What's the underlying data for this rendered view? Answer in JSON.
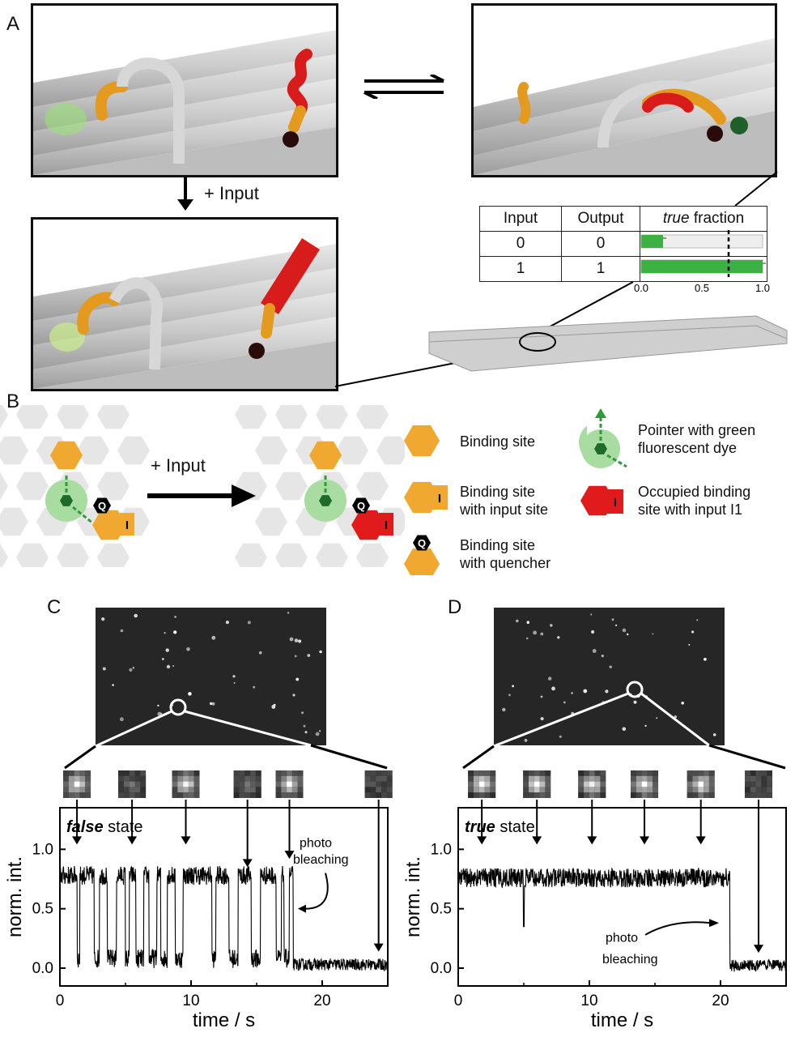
{
  "panels": {
    "a": "A",
    "b": "B",
    "c": "C",
    "d": "D"
  },
  "panelA": {
    "arrow_label": "+ Input",
    "table": {
      "headers": [
        "Input",
        "Output",
        "true",
        " fraction"
      ],
      "rows": [
        {
          "input": "0",
          "output": "0",
          "fraction": 0.18
        },
        {
          "input": "1",
          "output": "1",
          "fraction": 1.0
        }
      ],
      "ticks": [
        "0.0",
        "0.5",
        "1.0"
      ],
      "threshold": 0.72
    }
  },
  "panelB": {
    "arrow_label": "+ Input",
    "legend": [
      {
        "icon": "binding-site",
        "text1": "Binding site",
        "text2": ""
      },
      {
        "icon": "pointer",
        "text1": "Pointer with green",
        "text2": "fluorescent dye"
      },
      {
        "icon": "input-site",
        "text1": "Binding site",
        "text2": "with input site"
      },
      {
        "icon": "occupied",
        "text1": "Occupied binding",
        "text2": "site with input I1"
      },
      {
        "icon": "quencher",
        "text1": "Binding site",
        "text2": "with quencher"
      }
    ],
    "q_label": "Q",
    "i_label": "I"
  },
  "colors": {
    "orange": "#f0a830",
    "red": "#e11b1b",
    "green": "#3aa63a",
    "lightgreen": "#a8dca0",
    "hex_gray": "#e6e6e6",
    "bar_green": "#3cb043"
  },
  "chart_data": [
    {
      "type": "line",
      "panel": "C",
      "state_bold": "false",
      "state_rest": " state",
      "annotation": [
        "photo",
        "bleaching"
      ],
      "xlabel": "time / s",
      "ylabel": "norm. int.",
      "xlim": [
        0,
        25
      ],
      "ylim": [
        -0.15,
        1.35
      ],
      "xticks": [
        "0",
        "10",
        "20"
      ],
      "yticks": [
        "0.0",
        "0.5",
        "1.0"
      ],
      "high": 0.78,
      "low": 0.03,
      "bleach_time": 17.8,
      "switches": [
        [
          0,
          1.3,
          1
        ],
        [
          1.3,
          1.5,
          0
        ],
        [
          1.5,
          2.6,
          1
        ],
        [
          2.6,
          3.0,
          0
        ],
        [
          3.0,
          3.6,
          1
        ],
        [
          3.6,
          4.3,
          0
        ],
        [
          4.3,
          5.0,
          1
        ],
        [
          5.0,
          5.3,
          0
        ],
        [
          5.3,
          5.8,
          1
        ],
        [
          5.8,
          6.4,
          0
        ],
        [
          6.4,
          6.8,
          1
        ],
        [
          6.8,
          7.4,
          0
        ],
        [
          7.4,
          7.7,
          1
        ],
        [
          7.7,
          8.2,
          0
        ],
        [
          8.2,
          8.8,
          1
        ],
        [
          8.8,
          9.4,
          0
        ],
        [
          9.4,
          11.6,
          1
        ],
        [
          11.6,
          11.9,
          0
        ],
        [
          11.9,
          12.9,
          1
        ],
        [
          12.9,
          13.6,
          0
        ],
        [
          13.6,
          14.6,
          1
        ],
        [
          14.6,
          15.3,
          0
        ],
        [
          15.3,
          16.5,
          1
        ],
        [
          16.5,
          16.9,
          0
        ],
        [
          16.9,
          17.1,
          1
        ],
        [
          17.1,
          17.5,
          0
        ],
        [
          17.5,
          17.8,
          1
        ]
      ],
      "arrow_times": [
        1.3,
        5.5,
        9.6,
        14.3,
        17.5,
        24.3
      ]
    },
    {
      "type": "line",
      "panel": "D",
      "state_bold": "true",
      "state_rest": " state",
      "annotation": [
        "photo",
        "bleaching"
      ],
      "xlabel": "time / s",
      "ylabel": "norm. int.",
      "xlim": [
        0,
        25
      ],
      "ylim": [
        -0.15,
        1.35
      ],
      "xticks": [
        "0",
        "10",
        "20"
      ],
      "yticks": [
        "0.0",
        "0.5",
        "1.0"
      ],
      "high": 0.76,
      "low": 0.02,
      "bleach_time": 20.7,
      "switches": [],
      "arrow_times": [
        1.8,
        6.0,
        10.2,
        14.2,
        18.5,
        22.9
      ]
    }
  ]
}
